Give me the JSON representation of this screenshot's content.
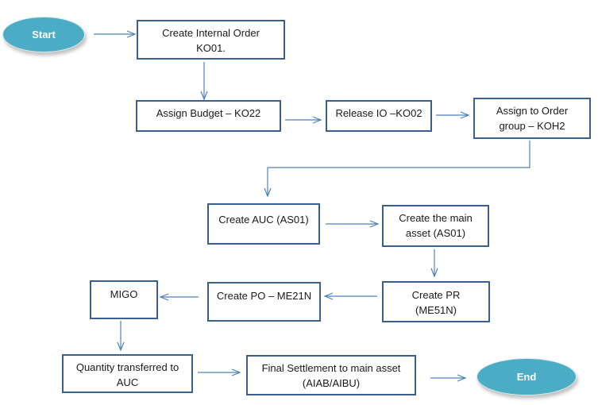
{
  "terminals": {
    "start": "Start",
    "end": "End"
  },
  "steps": {
    "create_internal_order": [
      "Create Internal Order",
      "KO01."
    ],
    "assign_budget": [
      "Assign Budget – KO22"
    ],
    "release_io": [
      "Release IO –KO02"
    ],
    "assign_order_group": [
      "Assign to Order",
      "group – KOH2"
    ],
    "create_auc": [
      "Create AUC (AS01)"
    ],
    "create_main_asset": [
      "Create the main",
      "asset (AS01)"
    ],
    "create_pr": [
      "Create PR",
      "(ME51N)"
    ],
    "create_po": [
      "Create PO – ME21N"
    ],
    "migo": [
      "MIGO"
    ],
    "quantity_transferred": [
      "Quantity transferred to",
      "AUC"
    ],
    "final_settlement": [
      "Final Settlement to main asset",
      "(AIAB/AIBU)"
    ]
  },
  "colors": {
    "box_border": "#3a5f8c",
    "arrow": "#4f81bd",
    "terminal_fill": "#4bacc6",
    "text": "#1a1a1a"
  }
}
